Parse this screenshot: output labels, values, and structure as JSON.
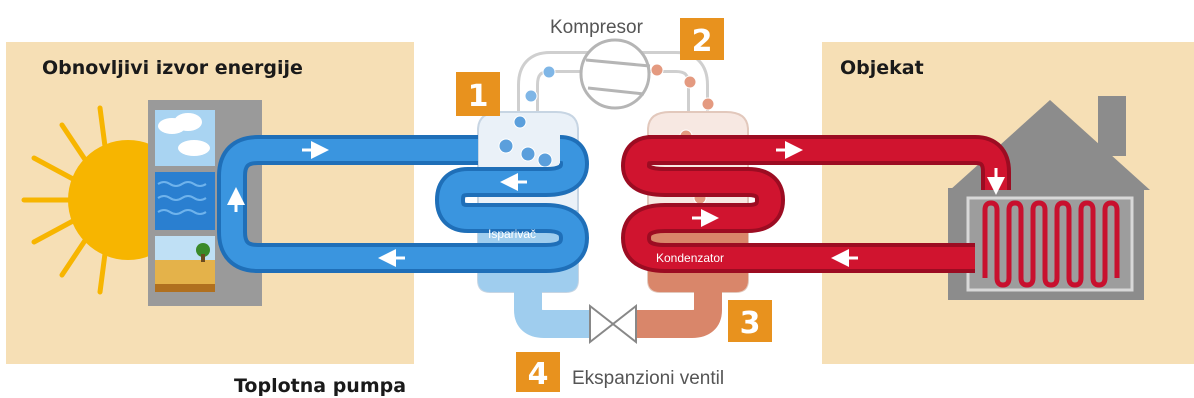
{
  "left_panel": {
    "title": "Obnovljivi izvor energije"
  },
  "right_panel": {
    "title": "Objekat"
  },
  "compressor": {
    "label": "Kompresor",
    "step": "2"
  },
  "evaporator": {
    "label": "Isparivač",
    "step": "1"
  },
  "condenser": {
    "label": "Kondenzator",
    "step": "3"
  },
  "valve": {
    "label": "Ekspanzioni ventil",
    "step": "4"
  },
  "caption": "Toplotna pumpa",
  "colors": {
    "panel_bg": "#f6dfb5",
    "cold_loop": "#2e86d6",
    "hot_loop": "#c8102e",
    "badge": "#e8921e",
    "evaporator_fill": "#9fcdee",
    "condenser_fill": "#d9866a",
    "house": "#8c8c8c",
    "sun": "#f7b500"
  }
}
